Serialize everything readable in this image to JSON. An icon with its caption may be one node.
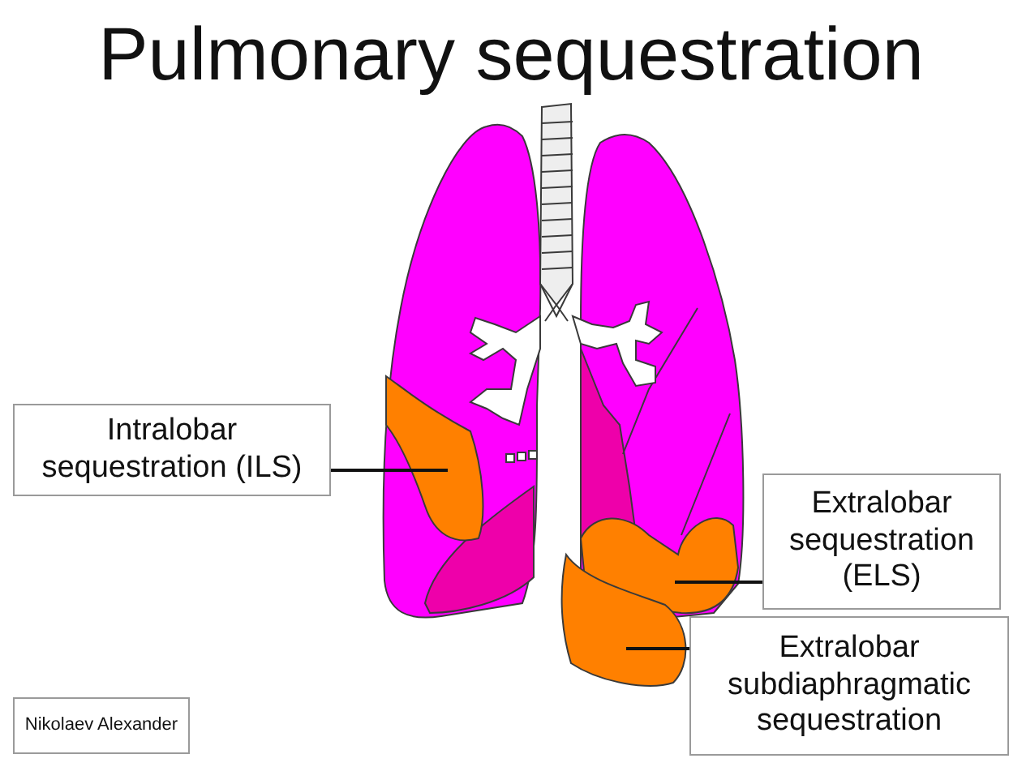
{
  "diagram": {
    "title": "Pulmonary sequestration",
    "nodes": [
      {
        "text": [
          "Intralobar sequestration (ILS)"
        ]
      },
      {
        "text": [
          "Extralobar sequestration (ELS)"
        ]
      },
      {
        "text": [
          "Extralobar subdiaphragmatic sequestration"
        ]
      },
      {
        "text": [
          "Nikolaev Alexander"
        ]
      },
      {
        "text": [],
        "shape": "blob"
      },
      {
        "text": [],
        "shape": "blob"
      },
      {
        "text": [],
        "shape": "blob"
      }
    ],
    "edges": [
      {
        "from": 0,
        "to": 4,
        "arrow": "none"
      },
      {
        "from": 1,
        "to": 5,
        "arrow": "none"
      },
      {
        "from": 2,
        "to": 6,
        "arrow": "none"
      }
    ]
  }
}
